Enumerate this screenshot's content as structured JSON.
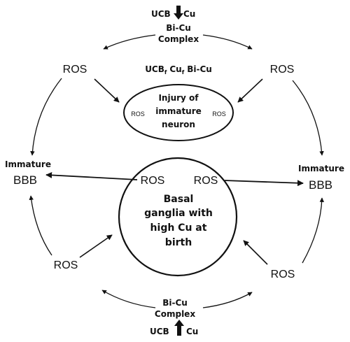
{
  "diagram": {
    "top": {
      "ucb": "UCB",
      "cu": "Cu",
      "complex_line1": "Bi-Cu",
      "complex_line2": "Complex"
    },
    "bottom": {
      "ucb": "UCB",
      "cu": "Cu",
      "complex_line1": "Bi-Cu",
      "complex_line2": "Complex"
    },
    "ros_label": "ROS",
    "free_species": {
      "ucb": "UCB",
      "ucb_sub": "f",
      "cu": "Cu",
      "cu_sub": "f",
      "bicu": "Bi-Cu"
    },
    "injury": {
      "line1": "Injury of",
      "line2": "immature",
      "line3": "neuron",
      "ros": "ROS"
    },
    "left_bbb": {
      "line1": "Immature",
      "line2": "BBB"
    },
    "right_bbb": {
      "line1": "Immature",
      "line2": "BBB"
    },
    "basal": {
      "line1": "Basal",
      "line2": "ganglia with",
      "line3": "high Cu at",
      "line4": "birth"
    }
  }
}
